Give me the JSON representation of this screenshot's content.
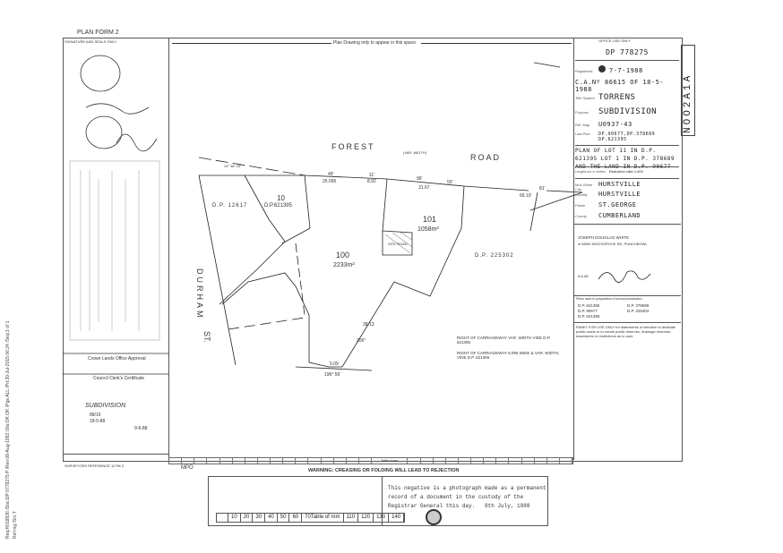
{
  "side_text": {
    "line1": "Req:R018936 /Doc:DP 0778275 P /Rev:08-Aug-1992 /Sts:OK.OK /Pgs:ALL /Prt:30-Jul-2015 06:24 /Seq:1 of 1",
    "line2": "Ref:mg /Src:T"
  },
  "form": {
    "title": "PLAN FORM 2",
    "signature_header": "SIGNATURE AND SEALS ONLY",
    "plan_space_note": "Plan Drawing only to appear in this space",
    "office_use_header": "OFFICE USE ONLY",
    "strip_code": "NOO2A1A",
    "warning": "WARNING: CREASING OR FOLDING WILL LEAD TO REJECTION",
    "table_of_mm": "Table of mm",
    "surveyors_reference": "SURVEYORS REFERENCE 11796 3",
    "bottom_mark": "MPO"
  },
  "office": {
    "dp_number": "DP 778275",
    "registered": "7-7-1988",
    "ca_number": "C.A.Nº 86615 OF 18-5-1988",
    "title_system": "TORRENS",
    "purpose": "SUBDIVISION",
    "ref_map": "U0937-43",
    "last_plan": "DP.90677,DP.378689 DP.621395",
    "plan_of": "PLAN OF LOT 11 IN D.P. 621395 LOT 1 IN D.P. 378689 AND THE LAND IN D.P. 90677",
    "lengths_note": "Lengths are in metres",
    "reduction_ratio": "Reduction ratio 1:400",
    "city": "HURSTVILLE",
    "locality": "HURSTVILLE",
    "parish": "ST.GEORGE",
    "county": "CUMBERLAND",
    "labels": {
      "registered": "Registered",
      "title_system": "Title System",
      "purpose": "Purpose",
      "ref_map": "Ref. Map",
      "last_plan": "Last Plan",
      "city": "Mun./Shire City",
      "locality": "Locality",
      "parish": "Parish",
      "county": "County"
    },
    "surveyor_name": "JOSEPH DOUGLAS WHITE",
    "surveyor_address": "of 65/69 KINGSGROVE RD, PUNCHBOWL",
    "survey_date": "6-6-88",
    "plans_used_header": "Plans used in preparation of survey/compilation",
    "plans_used": [
      "D.P. 621395",
      "D.P. 378689",
      "D.P. 90677",
      "D.P. 225302",
      "D.P. 621395"
    ],
    "panel_note": "PANEL FOR USE ONLY for statements of intention to dedicate public roads or to create public reserves, drainage reserves, easements or restrictions as to user."
  },
  "left": {
    "crown_lands": "Crown Lands Office Approval",
    "council_clerk": "Council Clerk's Certificate",
    "proposed": "SUBDIVISION",
    "subdivision_no": "88/16",
    "date": "18-5-88",
    "council_date": "9-6-88"
  },
  "plan": {
    "forest": "FOREST",
    "road": "ROAD",
    "durham": "DURHAM",
    "st": "ST.",
    "var_width": "(VAR. WIDTH)",
    "lot10": "10",
    "lot10_dp": "D.P.621395",
    "dp12617": "D.P. 12617",
    "lot100": "100",
    "lot100_area": "2233m²",
    "lot101": "101",
    "lot101_area": "1058m²",
    "dp225302": "D.P. 225302",
    "road_dims": [
      "49'",
      "25.095",
      "11'",
      "8.92",
      "96'",
      "31.67",
      "50'",
      "66.19'",
      "81'"
    ],
    "bearing_top": "19° 38' 25\"",
    "bottom_bearing": "196° 56'",
    "bottom_len": "5.09",
    "diag_len": "38.13",
    "diag_bearing": "206°",
    "note1": "RIGHT OF CARRIAGEWAY VAR. WIDTH VIDE D.P. 621395",
    "note2": "RIGHT OF CARRIAGEWAY 6.095 WIDE & VAR. WIDTH, VIDE D.P. 621395",
    "site_road": "SITE ROAD"
  },
  "negative": {
    "line1": "This negative is a photograph made as a permanent",
    "line2": "record of a document in the custody of the",
    "line3": "Registrar General this day.",
    "date": "8th July, 1988"
  },
  "mm_scale": [
    "10",
    "20",
    "30",
    "40",
    "50",
    "60",
    "70",
    "110",
    "120",
    "130",
    "140"
  ]
}
